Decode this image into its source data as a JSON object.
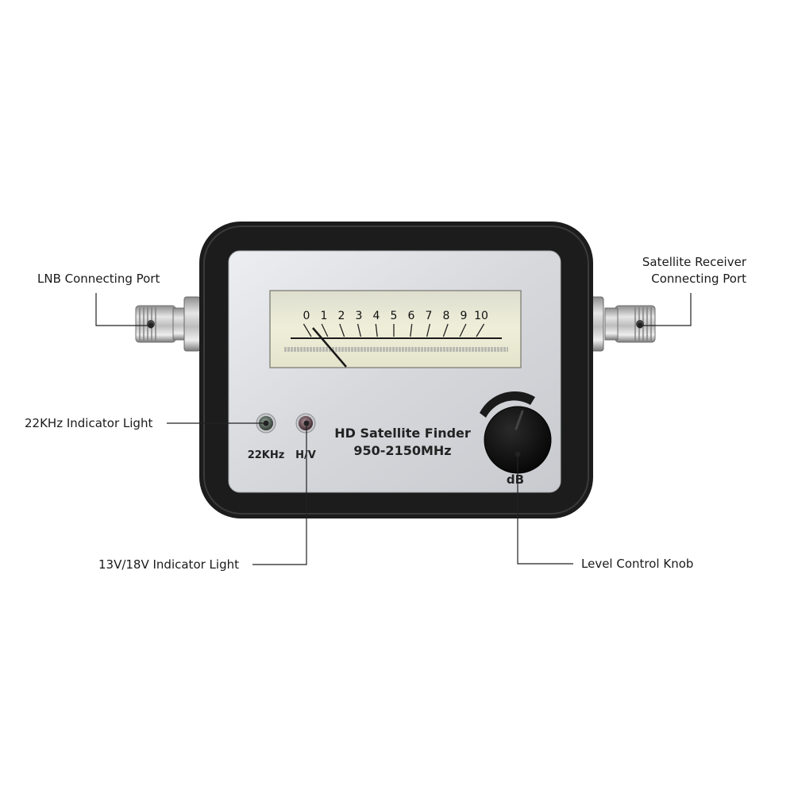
{
  "callouts": {
    "lnb_port": "LNB Connecting Port",
    "receiver_port_line1": "Satellite Receiver",
    "receiver_port_line2": "Connecting Port",
    "indicator_22khz": "22KHz Indicator Light",
    "indicator_hv": "13V/18V Indicator Light",
    "level_knob": "Level Control Knob"
  },
  "device": {
    "title": "HD Satellite Finder",
    "frequency": "950-2150MHz",
    "label_22khz": "22KHz",
    "label_hv": "H/V",
    "label_db": "dB",
    "meter_scale": [
      "0",
      "1",
      "2",
      "3",
      "4",
      "5",
      "6",
      "7",
      "8",
      "9",
      "10"
    ],
    "meter_reading": 0
  },
  "colors": {
    "case": "#1c1c1c",
    "faceplate": "#d9dade",
    "meter_face": "#e8e8cf",
    "led_22khz": "#4a5a50",
    "led_hv": "#6a5058",
    "connector_metal": "#b9b9b9"
  }
}
